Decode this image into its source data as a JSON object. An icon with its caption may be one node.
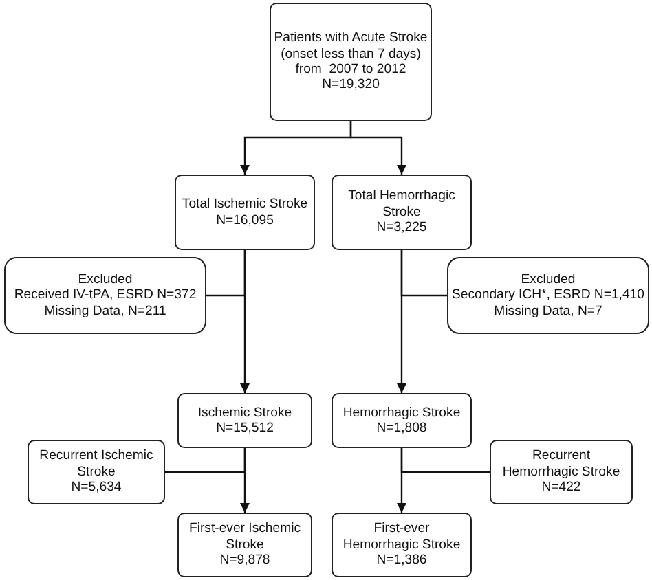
{
  "diagram": {
    "nodes": [
      {
        "text": [
          "Patients with Acute Stroke",
          "(onset less than 7 days)",
          "from  2007 to 2012",
          "N=19,320"
        ]
      },
      {
        "text": [
          "Total Ischemic Stroke",
          "N=16,095"
        ]
      },
      {
        "text": [
          "Total Hemorrhagic Stroke",
          "N=3,225"
        ]
      },
      {
        "text": [
          "Excluded",
          "Received IV-tPA, ESRD N=372",
          "Missing Data, N=211"
        ]
      },
      {
        "text": [
          "Excluded",
          "Secondary ICH*, ESRD N=1,410",
          "Missing Data, N=7"
        ]
      },
      {
        "text": [
          "Ischemic Stroke",
          "N=15,512"
        ]
      },
      {
        "text": [
          "Hemorrhagic Stroke",
          "N=1,808"
        ]
      },
      {
        "text": [
          "Recurrent Ischemic Stroke",
          "N=5,634"
        ]
      },
      {
        "text": [
          "Recurrent Hemorrhagic Stroke",
          "N=422"
        ]
      },
      {
        "text": [
          "First-ever Ischemic Stroke",
          "N=9,878"
        ]
      },
      {
        "text": [
          "First-ever Hemorrhagic Stroke",
          "N=1,386"
        ]
      }
    ],
    "edges": [
      {
        "from": 0,
        "to": 1,
        "arrow": "to"
      },
      {
        "from": 0,
        "to": 2,
        "arrow": "to"
      },
      {
        "from": 1,
        "to": 3,
        "arrow": "none"
      },
      {
        "from": 1,
        "to": 5,
        "arrow": "to"
      },
      {
        "from": 2,
        "to": 4,
        "arrow": "none"
      },
      {
        "from": 2,
        "to": 6,
        "arrow": "to"
      },
      {
        "from": 5,
        "to": 7,
        "arrow": "none"
      },
      {
        "from": 5,
        "to": 9,
        "arrow": "to"
      },
      {
        "from": 6,
        "to": 8,
        "arrow": "none"
      },
      {
        "from": 6,
        "to": 10,
        "arrow": "to"
      }
    ]
  }
}
